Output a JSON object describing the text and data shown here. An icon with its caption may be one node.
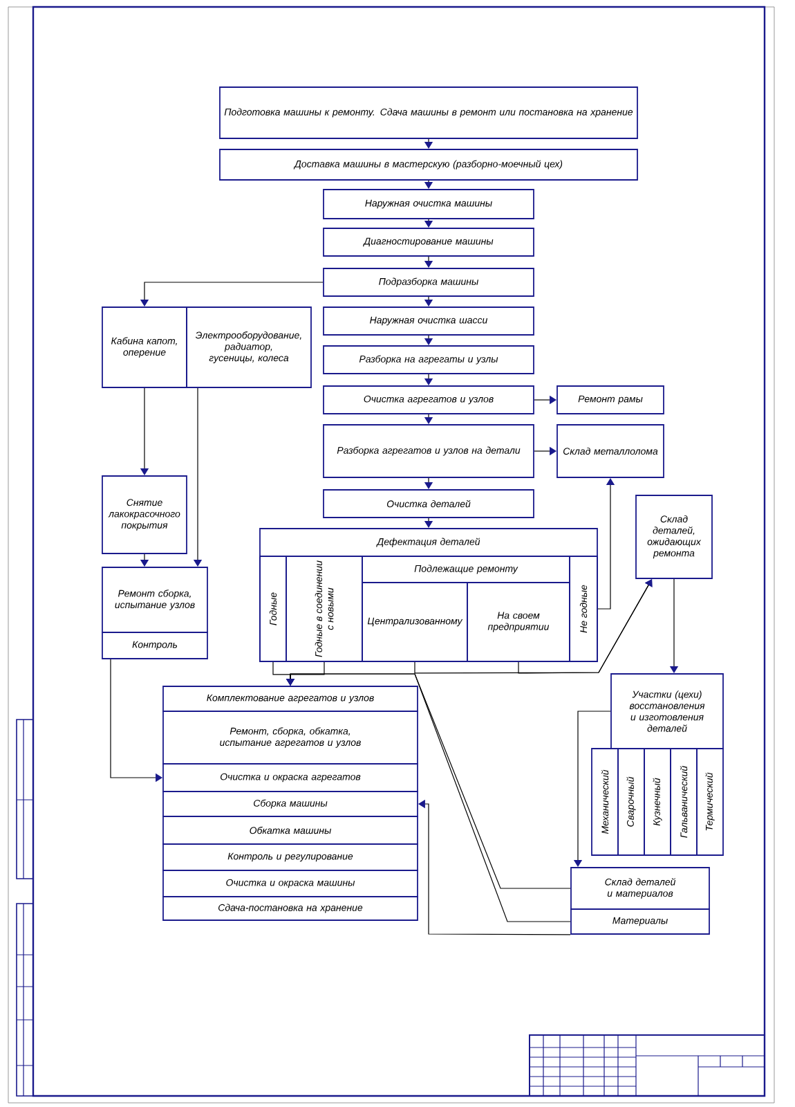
{
  "diagram": {
    "nodes": [
      {
        "text": [
          "Подготовка машины к ремонту. Сдача машины в ремонт или постановка на хранение"
        ]
      },
      {
        "text": [
          "Доставка машины в мастерскую (разборно-моечный цех)"
        ]
      },
      {
        "text": [
          "Наружная очистка машины"
        ]
      },
      {
        "text": [
          "Диагностирование машины"
        ]
      },
      {
        "text": [
          "Подразборка машины"
        ]
      },
      {
        "text": [
          "Наружная очистка шасси"
        ]
      },
      {
        "text": [
          "Разборка на агрегаты и узлы"
        ]
      },
      {
        "text": [
          "Очистка агрегатов и узлов"
        ]
      },
      {
        "text": [
          "Ремонт рамы"
        ]
      },
      {
        "text": [
          "Разборка агрегатов и узлов на детали"
        ]
      },
      {
        "text": [
          "Склад металлолома"
        ]
      },
      {
        "text": [
          "Очистка деталей"
        ]
      },
      {
        "text": [
          "Кабина капот, оперение"
        ]
      },
      {
        "text": [
          "Электрооборудование, радиатор, гусеницы, колеса"
        ]
      },
      {
        "text": [
          "Снятие лакокрасочного покрытия"
        ]
      },
      {
        "text": [
          "Ремонт сборка, испытание узлов"
        ]
      },
      {
        "text": [
          "Контроль"
        ]
      },
      {
        "text": [
          "Дефектация деталей"
        ]
      },
      {
        "text": [
          "Годные"
        ],
        "in": 17
      },
      {
        "text": [
          "Годные в соединении с новыми"
        ],
        "in": 17
      },
      {
        "text": [
          "Подлежащие ремонту"
        ],
        "in": 17
      },
      {
        "text": [
          "Централизованному"
        ],
        "in": 20
      },
      {
        "text": [
          "На своем предприятии"
        ],
        "in": 20
      },
      {
        "text": [
          "Не годные"
        ],
        "in": 17
      },
      {
        "text": [
          "Склад деталей, ожидающих ремонта"
        ]
      },
      {
        "text": [
          "Участки (цехи) восстановления и изготовления деталей"
        ]
      },
      {
        "text": [
          "Механический"
        ]
      },
      {
        "text": [
          "Сварочный"
        ]
      },
      {
        "text": [
          "Кузнечный"
        ]
      },
      {
        "text": [
          "Гальванический"
        ]
      },
      {
        "text": [
          "Термический"
        ]
      },
      {
        "text": [
          "Склад деталей и материалов"
        ]
      },
      {
        "text": [
          "Материалы"
        ]
      },
      {
        "text": [
          "Комплектование агрегатов и узлов"
        ]
      },
      {
        "text": [
          "Ремонт, сборка, обкатка, испытание агрегатов и узлов"
        ]
      },
      {
        "text": [
          "Очистка и окраска агрегатов"
        ]
      },
      {
        "text": [
          "Сборка машины"
        ]
      },
      {
        "text": [
          "Обкатка машины"
        ]
      },
      {
        "text": [
          "Контроль и регулирование"
        ]
      },
      {
        "text": [
          "Очистка и окраска машины"
        ]
      },
      {
        "text": [
          "Сдача-постановка на хранение"
        ]
      }
    ],
    "edges": [
      {
        "from": 0,
        "to": 1,
        "arrow": "to"
      },
      {
        "from": 1,
        "to": 2,
        "arrow": "to"
      },
      {
        "from": 2,
        "to": 3,
        "arrow": "to"
      },
      {
        "from": 3,
        "to": 4,
        "arrow": "to"
      },
      {
        "from": 4,
        "to": 5,
        "arrow": "to"
      },
      {
        "from": 5,
        "to": 6,
        "arrow": "to"
      },
      {
        "from": 6,
        "to": 7,
        "arrow": "to"
      },
      {
        "from": 7,
        "to": 8,
        "arrow": "to"
      },
      {
        "from": 7,
        "to": 9,
        "arrow": "to"
      },
      {
        "from": 9,
        "to": 10,
        "arrow": "to"
      },
      {
        "from": 9,
        "to": 11,
        "arrow": "to"
      },
      {
        "from": 11,
        "to": 17,
        "arrow": "to"
      },
      {
        "from": 4,
        "to": 12,
        "arrow": "to"
      },
      {
        "from": 12,
        "to": 14,
        "arrow": "to"
      },
      {
        "from": 13,
        "to": 15,
        "arrow": "to"
      },
      {
        "from": 14,
        "to": 15,
        "arrow": "to"
      },
      {
        "from": 16,
        "to": 35,
        "arrow": "to"
      },
      {
        "from": 23,
        "to": 10,
        "arrow": "to"
      },
      {
        "from": 18,
        "to": 33,
        "arrow": "to"
      },
      {
        "from": 19,
        "to": 33,
        "arrow": "to"
      },
      {
        "from": 21,
        "to": 24,
        "arrow": "to"
      },
      {
        "from": 22,
        "to": 24,
        "arrow": "to"
      },
      {
        "from": 24,
        "to": 25,
        "arrow": "to"
      },
      {
        "from": 25,
        "to": 31,
        "arrow": "to"
      },
      {
        "from": 31,
        "to": 33,
        "arrow": "to"
      },
      {
        "from": 32,
        "to": 33,
        "arrow": "to"
      },
      {
        "from": 32,
        "to": 36,
        "arrow": "to"
      }
    ]
  }
}
